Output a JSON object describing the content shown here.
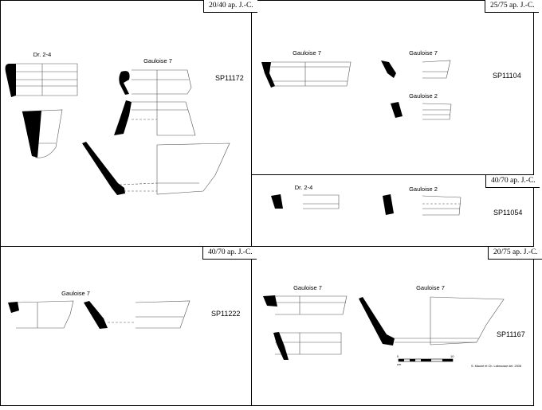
{
  "panels": [
    {
      "date": "20/40 ap. J.-C.",
      "code": "SP11172",
      "labels": [
        "Dr. 2-4",
        "Gauloise 7"
      ]
    },
    {
      "date": "25/75 ap. J.-C.",
      "code": "SP11104",
      "labels": [
        "Gauloise 7",
        "Gauloise 7",
        "Gauloise 2"
      ]
    },
    {
      "date": "40/70 ap. J.-C.",
      "code": "SP11054",
      "labels": [
        "Dr. 2-4",
        "Gauloise 2"
      ]
    },
    {
      "date": "40/70 ap. J.-C.",
      "code": "SP11222",
      "labels": [
        "Gauloise 7"
      ]
    },
    {
      "date": "20/75 ap. J.-C.",
      "code": "SP11167",
      "labels": [
        "Gauloise 7",
        "Gauloise 7"
      ],
      "scale": {
        "start": "0",
        "end": "10",
        "unit": "cm"
      },
      "credit": "S. Mauné et Ch. Labrousse del. 2008"
    }
  ]
}
